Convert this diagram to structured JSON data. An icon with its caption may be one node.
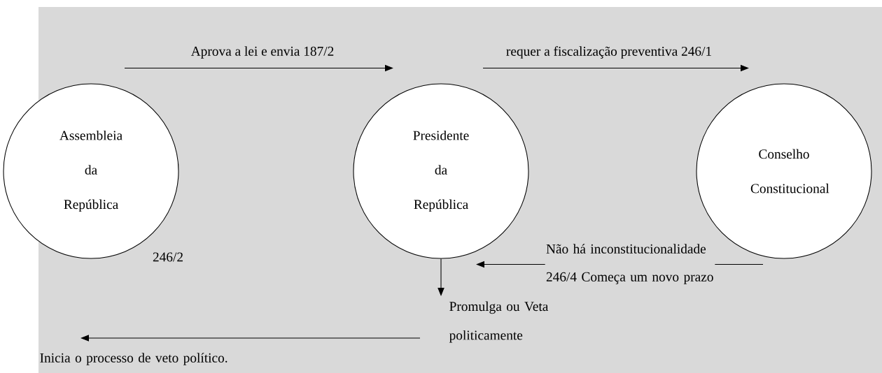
{
  "diagram": {
    "nodes": [
      {
        "text": [
          "Assembleia da República"
        ]
      },
      {
        "text": [
          "Presidente da República"
        ]
      },
      {
        "text": [
          "Conselho Constitucional"
        ]
      },
      {
        "text": [
          "Promulga ou Veta politicamente"
        ]
      },
      {
        "text": [
          "Inicia o processo de veto político."
        ]
      }
    ],
    "edges": [
      {
        "from": 0,
        "to": 1,
        "arrow": "to",
        "label": "Aprova a lei e envia 187/2"
      },
      {
        "from": 1,
        "to": 2,
        "arrow": "to",
        "label": "requer a fiscalização preventiva 246/1"
      },
      {
        "from": 2,
        "to": 1,
        "arrow": "to",
        "label": "Não há inconstitucionalidade 246/4 Começa um novo prazo"
      },
      {
        "from": 1,
        "to": 3,
        "arrow": "to"
      },
      {
        "from": 3,
        "to": 4,
        "arrow": "to"
      }
    ],
    "labels": [
      "246/2"
    ]
  }
}
